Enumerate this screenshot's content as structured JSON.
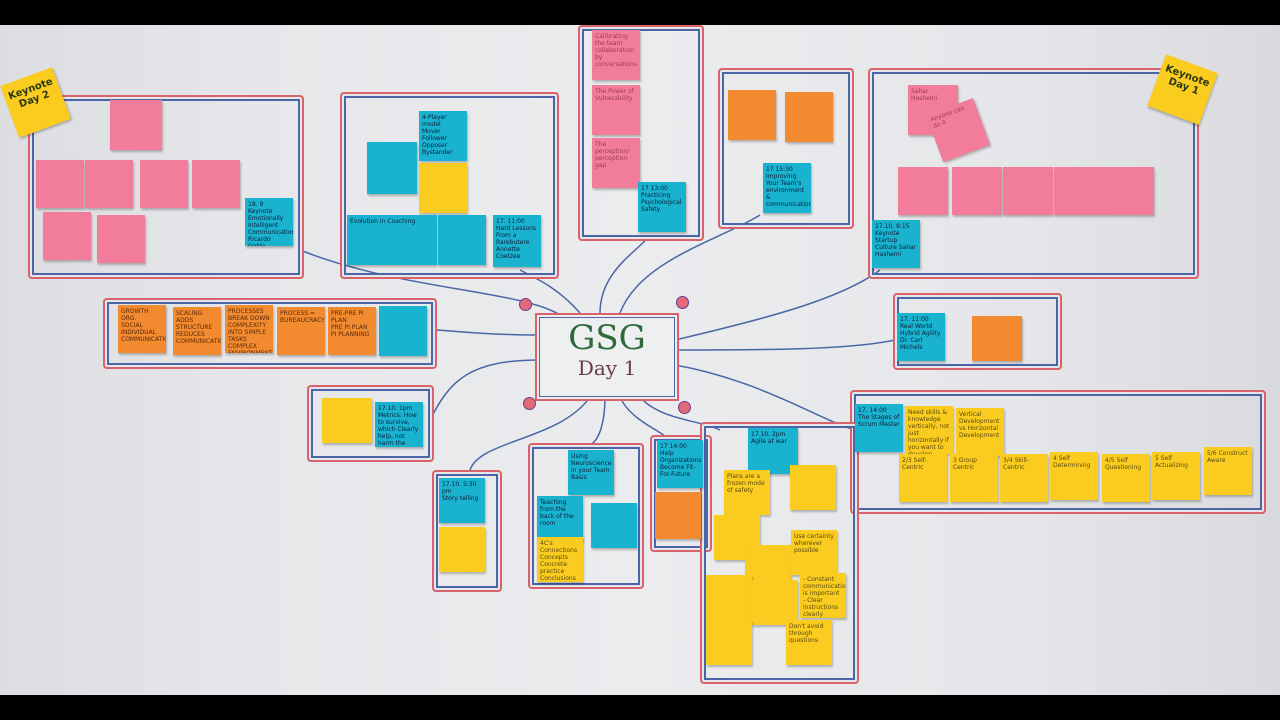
{
  "center": {
    "title": "GSG",
    "subtitle": "Day 1"
  },
  "labels": {
    "keynote_day2": "Keynote Day 2",
    "keynote_day1": "Keynote Day 1"
  },
  "notes": {
    "keynote_emotional": "18. 9\nKeynote Emotionally Intelligent Communication Ricardo Gehle",
    "four_player": "4-Player model\nMover\nFollower\nOpposer\nBystander",
    "evolution": "Evolution in Coaching",
    "hard_lessons": "17. 11:00\nHard Lessons From a Rarebutere Annette Coetzee",
    "growth": "GROWTH\nORG.\nSOCIAL\nINDIVIDUAL\nCOMMUNICATION!",
    "scaling": "SCALING ADDS STRUCTURE REDUCES COMMUNICATION",
    "processes": "PROCESSES BREAK DOWN COMPLEXITY INTO SIMPLE TASKS\nCOMPLEX ENVIRONMENT ≠ COMPLEX TASKS!",
    "process": "PROCESS = BUREAUCRACY",
    "pi": "PRE-PRE PI PLAN\nPRE PI PLAN\nPI PLANNING",
    "calibrating": "Calibrating the team collaboration by conversations",
    "vulnerability": "The Power of Vulnerability",
    "perception": "The perception/ perception gap",
    "psych_safety": "17 13:00\nPracticing Psychological Safety",
    "improving": "17 15:30\nImproving Your Team's environment & communication",
    "sahar": "Sahar Hashemi",
    "anyone": "Anyone can do it",
    "startup": "17.10. 9:15\nKeynote Startup Culture Sahar Hashemi",
    "hybrid": "17. 11:00\nReal World Hybrid Agility Dr. Carl Michels",
    "stages": "17. 14:00\nThe Stages of Scrum Master",
    "skills": "Need skills & knowledge vertically, not just horizontally if you want to develop",
    "vertical": "Vertical Development vs Horizontal Development",
    "s1": "2/3 Self-Centric",
    "s2": "3 Group Centric",
    "s3": "3/4 Skill-Centric",
    "s4": "4 Self Determining",
    "s5": "4/5 Self Questioning",
    "s6": "5 Self Actualizing",
    "s7": "5/6 Construct Aware",
    "metrics": "17.10. 1pm\nMetrics: How to survive, which Clearly help, not harm the Team's individual & interactions",
    "story": "17.10. 5:30 pm\nStory telling",
    "neuro": "Using Neuroscience in your Team Basis",
    "teaching": "Teaching from the back of the room",
    "fourc": "4C's\nConnections\nConcepts\nConcrete practice\nConclusions",
    "fit": "17 14:00\nHelp Organizations Become Fit-For-Future",
    "agile_war": "17.10. 2pm\nAgile at war",
    "plans": "Plans are a frozen mode of safety",
    "certainty": "Use certainty wherever possible",
    "constant": "- Constant communication is important\n- Clear instructions clearly creates confidence",
    "avoid": "Don't avoid through questions"
  },
  "colors": {
    "pink": "#f27d9b",
    "teal": "#19b3cf",
    "yellow": "#fbcc20",
    "orange": "#f28a30",
    "frame_red": "#d9636a",
    "frame_blue": "#4a66a8"
  }
}
